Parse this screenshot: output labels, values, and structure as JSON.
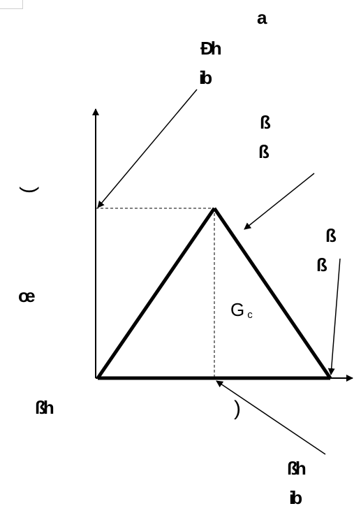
{
  "labels": {
    "top_right": "a",
    "upper_left_1": "Đh",
    "upper_left_2": "ib",
    "center_1": "ß",
    "center_2": "ß",
    "right_1": "ß",
    "right_2": "ß",
    "left_paren": ")",
    "left_mid": "œ",
    "left_low": "ßh",
    "bottom_paren": ")",
    "bottom_right_1": "ßh",
    "bottom_right_2": "ib"
  },
  "gc_label": "G",
  "gc_sub": "c",
  "colors": {
    "line": "#000000",
    "background": "#ffffff"
  }
}
